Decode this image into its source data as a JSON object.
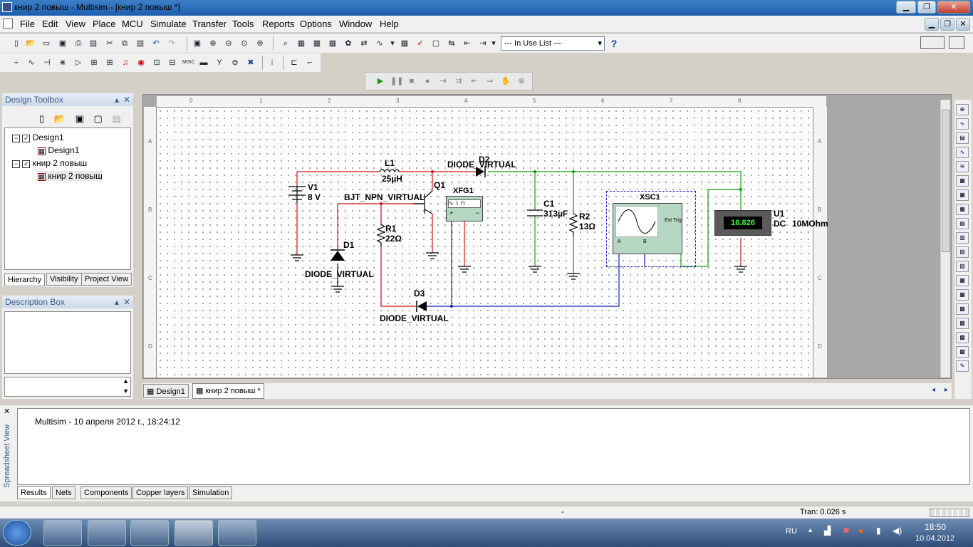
{
  "window": {
    "title": "книр 2 повыш - Multisim - [книр 2 повыш *]"
  },
  "menu": [
    "File",
    "Edit",
    "View",
    "Place",
    "MCU",
    "Simulate",
    "Transfer",
    "Tools",
    "Reports",
    "Options",
    "Window",
    "Help"
  ],
  "toolbar": {
    "in_use_list": "--- In Use List ---",
    "help_icon": "?",
    "misc_label": "MISC"
  },
  "design_toolbox": {
    "title": "Design Toolbox",
    "tree": [
      "Design1",
      "Design1",
      "книр 2 повыш",
      "книр 2 повыш"
    ],
    "tabs": [
      "Hierarchy",
      "Visibility",
      "Project View"
    ]
  },
  "description_box": {
    "title": "Description Box"
  },
  "schematic": {
    "ruler_top": [
      "0",
      "1",
      "2",
      "3",
      "4",
      "5",
      "6",
      "7",
      "8"
    ],
    "ruler_side": [
      "A",
      "B",
      "C",
      "D"
    ],
    "labels": {
      "v1": "V1",
      "v1_val": "8 V",
      "l1": "L1",
      "l1_val": "25µH",
      "d2": "D2",
      "d2_type": "DIODE_VIRTUAL",
      "q1": "Q1",
      "q1_type": "BJT_NPN_VIRTUAL",
      "xfg1": "XFG1",
      "c1": "C1",
      "c1_val": "313µF",
      "r2": "R2",
      "r2_val": "13Ω",
      "xsc1": "XSC1",
      "ext_trig": "Ext Trig",
      "ch_a": "A",
      "ch_b": "B",
      "u1": "U1",
      "u1_mode": "DC",
      "u1_val": "10MOhm",
      "u1_reading": "16.826",
      "r1": "R1",
      "r1_val": "22Ω",
      "d1": "D1",
      "d1_type": "DIODE_VIRTUAL",
      "d3": "D3",
      "d3_type": "DIODE_VIRTUAL",
      "plus": "+",
      "minus": "−"
    }
  },
  "doc_tabs": [
    "Design1",
    "книр 2 повыш *"
  ],
  "spreadsheet": {
    "side_label": "Spreadsheet View",
    "message": "Multisim  -  10 апреля 2012 г., 18:24:12",
    "tabs": [
      "Results",
      "Nets",
      "Components",
      "Copper layers",
      "Simulation"
    ]
  },
  "status": {
    "middle": "-",
    "tran": "Tran: 0.026 s"
  },
  "taskbar": {
    "lang": "RU",
    "time": "18:50",
    "date": "10.04.2012"
  },
  "colors": {
    "wire_red": "#d01010",
    "wire_green": "#10a010",
    "wire_blue": "#1020c0",
    "meter_bg": "#000000",
    "meter_text": "#30ff30"
  }
}
